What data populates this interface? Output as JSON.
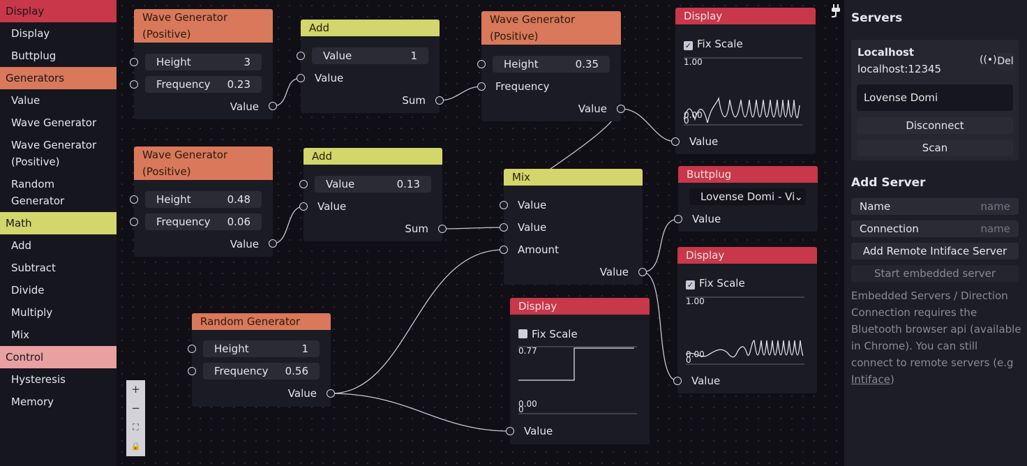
{
  "colors": {
    "display": "#c8374a",
    "generators": "#d9785a",
    "math": "#d3d66a",
    "control": "#e8a0a0",
    "wire": "#c8c8d0"
  },
  "sidebar": {
    "categories": [
      {
        "label": "Display",
        "color": "#c8374a",
        "items": [
          "Display",
          "Buttplug"
        ]
      },
      {
        "label": "Generators",
        "color": "#d9785a",
        "items": [
          "Value",
          "Wave Generator",
          "Wave Generator (Positive)",
          "Random Generator"
        ]
      },
      {
        "label": "Math",
        "color": "#d3d66a",
        "items": [
          "Add",
          "Subtract",
          "Divide",
          "Multiply",
          "Mix"
        ]
      },
      {
        "label": "Control",
        "color": "#e8a0a0",
        "items": [
          "Hysteresis",
          "Memory"
        ]
      }
    ]
  },
  "nodes": {
    "wave1": {
      "title": "Wave Generator (Positive)",
      "height_label": "Height",
      "height": "3",
      "freq_label": "Frequency",
      "freq": "0.23",
      "out": "Value"
    },
    "add1": {
      "title": "Add",
      "value_label": "Value",
      "value": "1",
      "in": "Value",
      "out": "Sum"
    },
    "wave3": {
      "title": "Wave Generator (Positive)",
      "height_label": "Height",
      "height": "0.35",
      "freq_label": "Frequency",
      "out": "Value"
    },
    "display1": {
      "title": "Display",
      "fix_scale": "Fix Scale",
      "top": "1.00",
      "bottom": "0.00",
      "zero": "0",
      "in": "Value"
    },
    "wave2": {
      "title": "Wave Generator (Positive)",
      "height_label": "Height",
      "height": "0.48",
      "freq_label": "Frequency",
      "freq": "0.06",
      "out": "Value"
    },
    "add2": {
      "title": "Add",
      "value_label": "Value",
      "value": "0.13",
      "in": "Value",
      "out": "Sum"
    },
    "mix": {
      "title": "Mix",
      "in1": "Value",
      "in2": "Value",
      "amount": "Amount",
      "out": "Value"
    },
    "buttplug": {
      "title": "Buttplug",
      "device": "Lovense Domi - Vib",
      "in": "Value"
    },
    "display2": {
      "title": "Display",
      "fix_scale": "Fix Scale",
      "top": "1.00",
      "bottom": "0.00",
      "zero": "0",
      "in": "Value"
    },
    "random": {
      "title": "Random Generator",
      "height_label": "Height",
      "height": "1",
      "freq_label": "Frequency",
      "freq": "0.56",
      "out": "Value"
    },
    "display3": {
      "title": "Display",
      "fix_scale": "Fix Scale",
      "top": "0.77",
      "bottom": "0.00",
      "zero": "0",
      "in": "Value"
    }
  },
  "controls": {
    "zoom_in": "+",
    "zoom_out": "−",
    "fit": "⛶",
    "lock": "🔒"
  },
  "panel": {
    "servers_title": "Servers",
    "server_name": "Localhost",
    "server_addr": "localhost:12345",
    "del_label": "Del",
    "device": "Lovense Domi",
    "disconnect": "Disconnect",
    "scan": "Scan",
    "add_title": "Add Server",
    "name_label": "Name",
    "name_placeholder": "name",
    "conn_label": "Connection",
    "conn_placeholder": "name",
    "add_remote": "Add Remote Intiface Server",
    "start_embedded": "Start embedded server",
    "note": "Embedded Servers / Direction Connection requires the Bluetooth browser api (available in Chrome). You can still connect to remote servers (e.g ",
    "note_link": "Intiface",
    "note_end": ")"
  }
}
